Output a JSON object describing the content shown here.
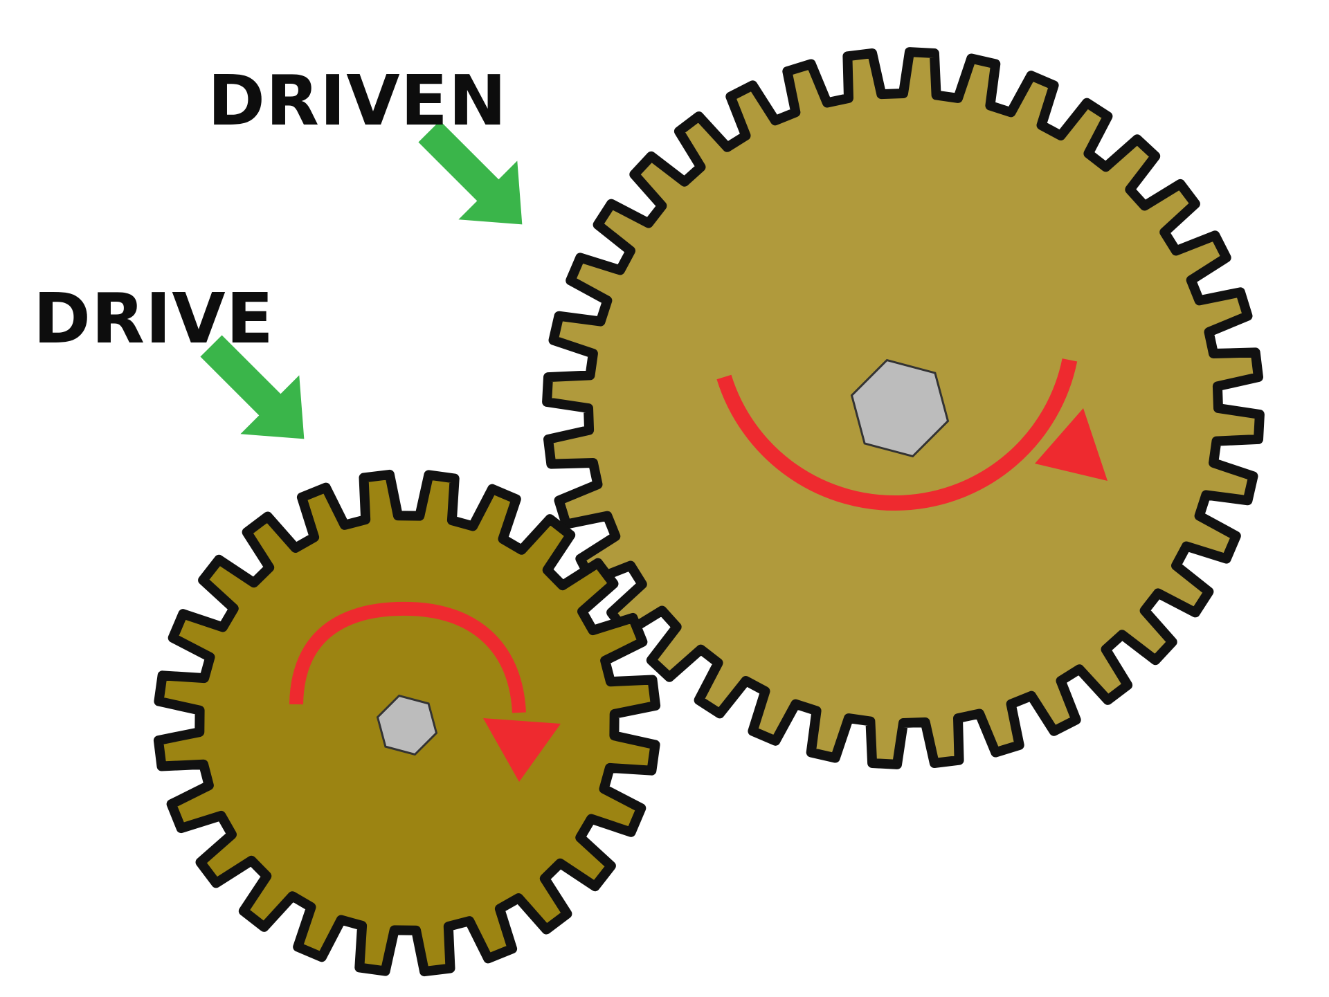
{
  "labels": {
    "driven": "DRIVEN",
    "drive": "DRIVE"
  },
  "gears": {
    "drive": {
      "name": "drive-gear",
      "teeth": 24,
      "rotation": "clockwise"
    },
    "driven": {
      "name": "driven-gear",
      "teeth": 36,
      "rotation": "counterclockwise"
    }
  },
  "colors": {
    "background": "#ffffff",
    "drive_gear": "#9c8412",
    "driven_gear": "#b09a3c",
    "outline": "#111111",
    "hub": "#bcbcbc",
    "rotation_arrow": "#ee2a2f",
    "pointer_arrow": "#3ab54a"
  },
  "icons": {
    "pointer": "arrow-icon",
    "rotation": "curved-arrow-icon",
    "hub": "hexagon-hub-icon"
  }
}
